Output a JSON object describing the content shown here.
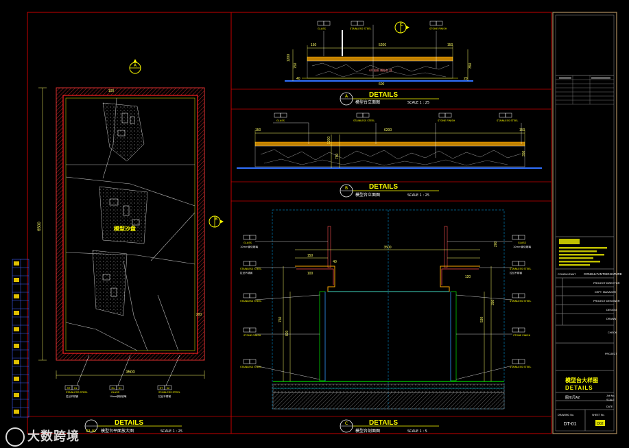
{
  "views": [
    {
      "id": "A",
      "title": "DETAILS",
      "subtitle": "模型台立面图",
      "scale": "SCALE 1 : 25"
    },
    {
      "id": "B",
      "title": "DETAILS",
      "subtitle": "模型台立面图",
      "scale": "SCALE 1 : 25"
    },
    {
      "id": "C",
      "title": "DETAILS",
      "subtitle": "模型台剖面图",
      "scale": "SCALE 1 : 5"
    },
    {
      "id": "E1-01",
      "title": "DETAILS",
      "subtitle": "模型台平面放大图",
      "scale": "SCALE 1 : 25"
    }
  ],
  "plan": {
    "label": "模型沙盘",
    "dim_width": "3500",
    "dim_height": "6500",
    "dim_edge": "100",
    "dim_side": "200",
    "callouts": [
      {
        "code": "ST",
        "num": "01",
        "name": "STAINLESS STEEL",
        "cn": "拉丝不锈钢"
      },
      {
        "code": "GL",
        "num": "01",
        "name": "GLASS",
        "cn": "10mm钢化玻璃"
      },
      {
        "code": "ST",
        "num": "02",
        "name": "STAINLESS STEEL",
        "cn": "拉丝不锈钢"
      }
    ],
    "marker_top": "A",
    "marker_right": "B"
  },
  "elev_a": {
    "dims": [
      "150",
      "5200",
      "150",
      "600",
      "1200",
      "750",
      "350",
      "40",
      "20"
    ],
    "callouts": [
      "GLASS",
      "STAINLESS STEEL",
      "STONE FINISH"
    ],
    "note": "A/C图纸 模型台 剖"
  },
  "elev_b": {
    "dims": [
      "150",
      "6200",
      "150",
      "1200",
      "750",
      "350"
    ],
    "callouts": [
      "GLASS",
      "STAINLESS STEEL",
      "STONE FINISH",
      "STAINLESS STEEL"
    ]
  },
  "section_c": {
    "dims": [
      "3500",
      "150",
      "40",
      "100",
      "120",
      "750",
      "530",
      "820",
      "200",
      "350"
    ],
    "left_callouts": [
      {
        "name": "GLASS",
        "cn": "10mm钢化玻璃"
      },
      {
        "name": "STAINLESS STEEL",
        "cn": "拉丝不锈钢"
      },
      {
        "name": "STAINLESS STEEL",
        "cn": ""
      },
      {
        "name": "STONE FINISH",
        "cn": ""
      },
      {
        "name": "STAINLESS STEEL",
        "cn": ""
      }
    ],
    "right_callouts": [
      {
        "name": "GLASS",
        "cn": "10mm钢化玻璃"
      },
      {
        "name": "STAINLESS STEEL",
        "cn": "拉丝不锈钢"
      },
      {
        "name": "STAINLESS STEEL",
        "cn": ""
      },
      {
        "name": "STONE FINISH",
        "cn": ""
      },
      {
        "name": "STAINLESS STEEL",
        "cn": ""
      }
    ]
  },
  "title_block": {
    "consultant": "CONSULTANT",
    "signature": "CONSULTANTSIGNATURE",
    "rows": [
      "PROJECT DIRECTOR",
      "DEPT. MANAGER",
      "PROJECT DESIGNER",
      "DESIGN",
      "DRAWN",
      "CHECK",
      "PROJECT"
    ],
    "drawing_title_cn": "模型台大样图",
    "drawing_title_en": "DETAILS",
    "sheet_label": "图示尺A2",
    "job_no": "Job No.",
    "scale": "SCALE",
    "date": "DATE",
    "drawing_no_label": "DRAWING No.",
    "sheet_no_label": "SHEET No.",
    "drawing_no": "DT-01",
    "sheet_no": "D02"
  },
  "watermark": "大数跨境",
  "colors": {
    "frame": "#c80000",
    "text": "#ffff00",
    "dim": "#ffff66",
    "cyan": "#00e5ff",
    "green": "#00d000",
    "blue": "#3070ff",
    "gray": "#8a8a8a"
  }
}
